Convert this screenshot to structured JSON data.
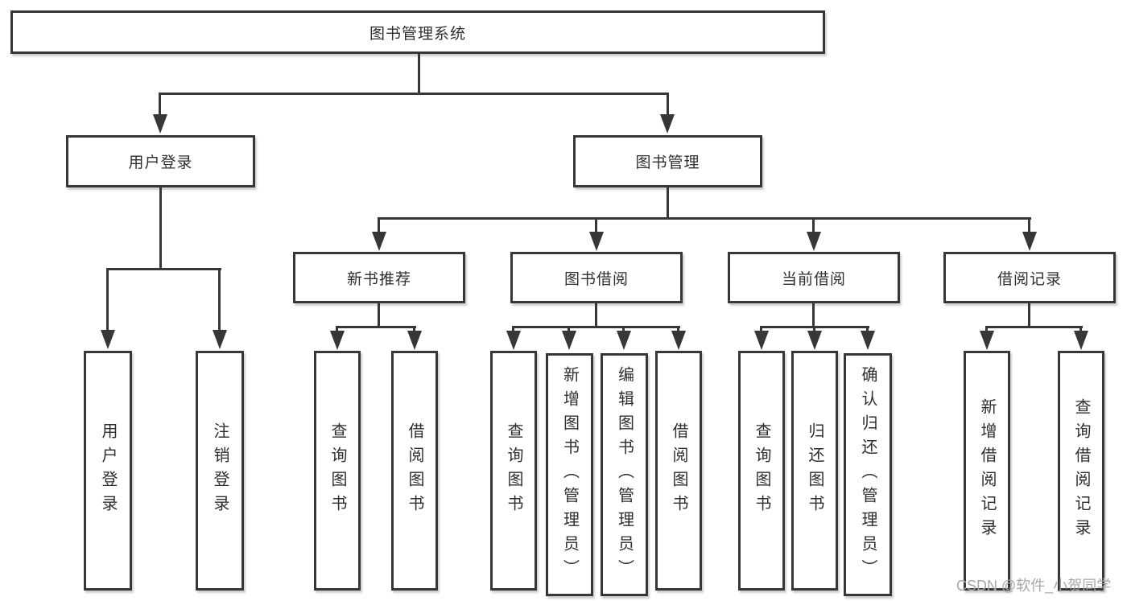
{
  "diagram": {
    "title": "图书管理系统",
    "branches": [
      {
        "label": "用户登录",
        "children": [
          {
            "label": "用户登录"
          },
          {
            "label": "注销登录"
          }
        ]
      },
      {
        "label": "图书管理",
        "children": [
          {
            "label": "新书推荐",
            "children": [
              {
                "label": "查询图书"
              },
              {
                "label": "借阅图书"
              }
            ]
          },
          {
            "label": "图书借阅",
            "children": [
              {
                "label": "查询图书"
              },
              {
                "label": "新增图书（管理员）"
              },
              {
                "label": "编辑图书（管理员）"
              },
              {
                "label": "借阅图书"
              }
            ]
          },
          {
            "label": "当前借阅",
            "children": [
              {
                "label": "查询图书"
              },
              {
                "label": "归还图书"
              },
              {
                "label": "确认归还（管理员）"
              }
            ]
          },
          {
            "label": "借阅记录",
            "children": [
              {
                "label": "新增借阅记录"
              },
              {
                "label": "查询借阅记录"
              }
            ]
          }
        ]
      }
    ]
  },
  "colors": {
    "line": "#373737",
    "text": "#2e2e2e",
    "watermark": "#a8a8a8",
    "background": "#ffffff"
  },
  "watermark": {
    "text": "CSDN @软件_小贺同学"
  }
}
